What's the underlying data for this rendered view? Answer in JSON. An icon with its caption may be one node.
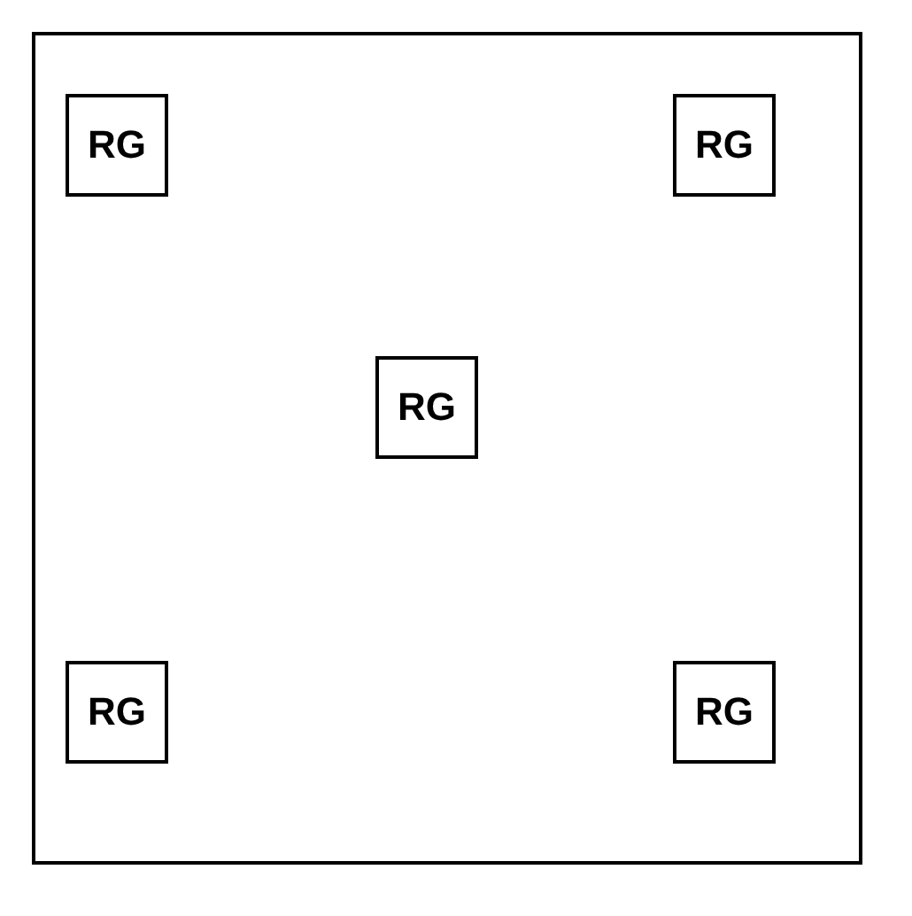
{
  "diagram": {
    "nodes": [
      {
        "text": [],
        "shape": "box"
      },
      {
        "text": [
          "RG"
        ],
        "in": 0
      },
      {
        "text": [
          "RG"
        ],
        "in": 0
      },
      {
        "text": [
          "RG"
        ],
        "in": 0
      },
      {
        "text": [
          "RG"
        ],
        "in": 0
      },
      {
        "text": [
          "RG"
        ],
        "in": 0
      }
    ]
  }
}
